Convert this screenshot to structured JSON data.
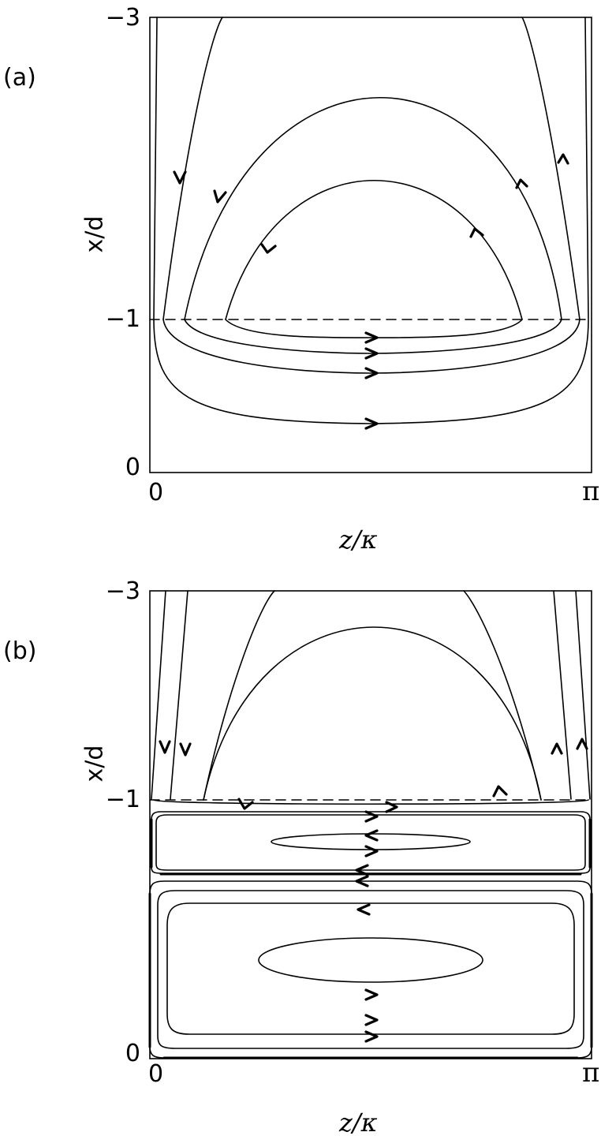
{
  "panels": [
    {
      "id": "a",
      "label": "(a)",
      "y_axis_label": "x/d",
      "x_axis_label": "z/κ",
      "y_ticks": [
        "−3",
        "−1",
        "0"
      ],
      "x_ticks": [
        "0",
        "π"
      ]
    },
    {
      "id": "b",
      "label": "(b)",
      "y_axis_label": "x/d",
      "x_axis_label": "z/κ",
      "y_ticks": [
        "−3",
        "−1",
        "0"
      ],
      "x_ticks": [
        "0",
        "π"
      ]
    }
  ]
}
